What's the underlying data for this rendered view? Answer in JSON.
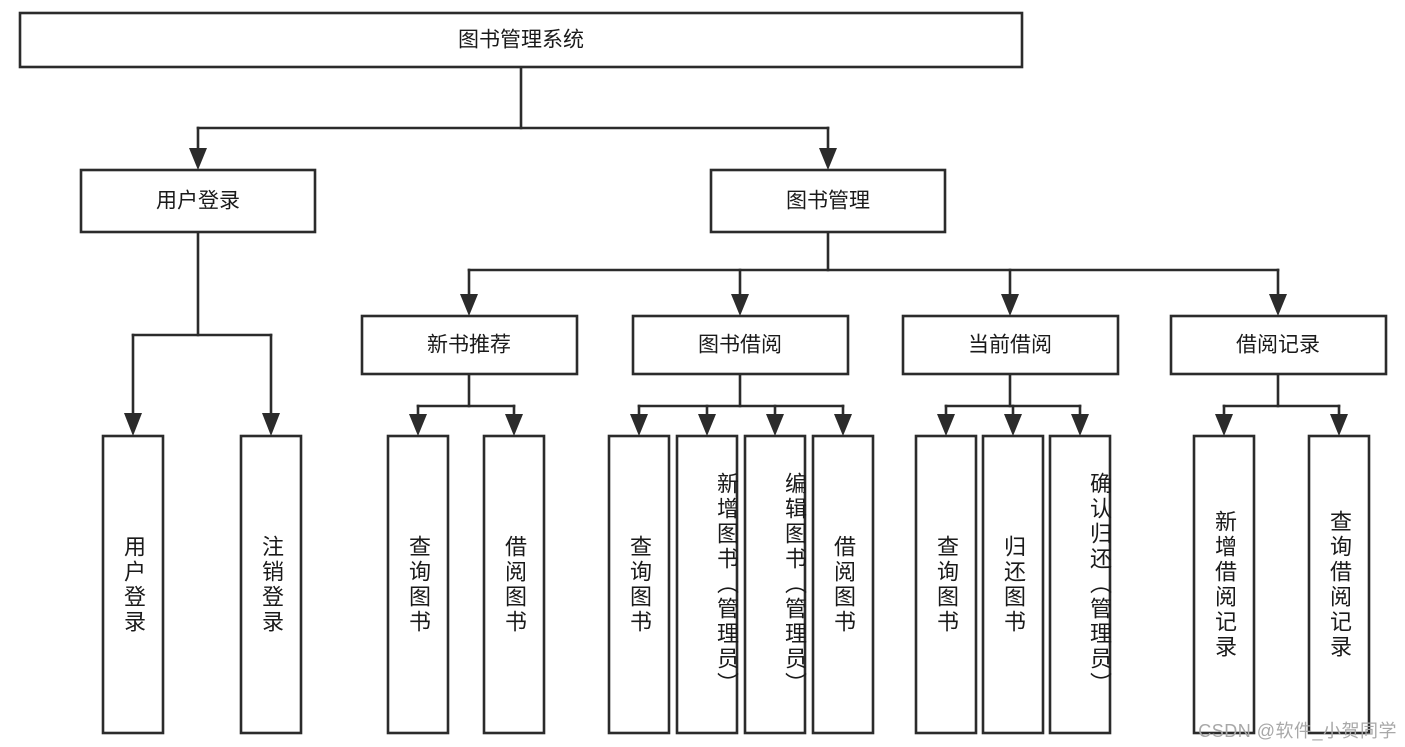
{
  "diagram": {
    "title": "图书管理系统",
    "type": "tree-hierarchy",
    "watermark": "CSDN @软件_小贺同学",
    "colors": {
      "stroke": "#2b2b2b",
      "fill": "#ffffff",
      "text": "#1a1a1a",
      "watermark": "#a8a8a8",
      "background": "#ffffff"
    },
    "levels": {
      "root": "图书管理系统",
      "level2": [
        "用户登录",
        "图书管理"
      ],
      "level3": [
        "新书推荐",
        "图书借阅",
        "当前借阅",
        "借阅记录"
      ]
    },
    "nodes": {
      "root": {
        "label": "图书管理系统"
      },
      "user_login": {
        "label": "用户登录"
      },
      "book_manage": {
        "label": "图书管理"
      },
      "new_book_rec": {
        "label": "新书推荐"
      },
      "book_borrow": {
        "label": "图书借阅"
      },
      "current_borrow": {
        "label": "当前借阅"
      },
      "borrow_record": {
        "label": "借阅记录"
      }
    },
    "leaves": {
      "user_login": [
        {
          "label": "用户登录"
        },
        {
          "label": "注销登录"
        }
      ],
      "new_book_rec": [
        {
          "label": "查询图书"
        },
        {
          "label": "借阅图书"
        }
      ],
      "book_borrow": [
        {
          "label": "查询图书"
        },
        {
          "label": "新增图书（管理员）"
        },
        {
          "label": "编辑图书（管理员）"
        },
        {
          "label": "借阅图书"
        }
      ],
      "current_borrow": [
        {
          "label": "查询图书"
        },
        {
          "label": "归还图书"
        },
        {
          "label": "确认归还（管理员）"
        }
      ],
      "borrow_record": [
        {
          "label": "新增借阅记录"
        },
        {
          "label": "查询借阅记录"
        }
      ]
    }
  }
}
